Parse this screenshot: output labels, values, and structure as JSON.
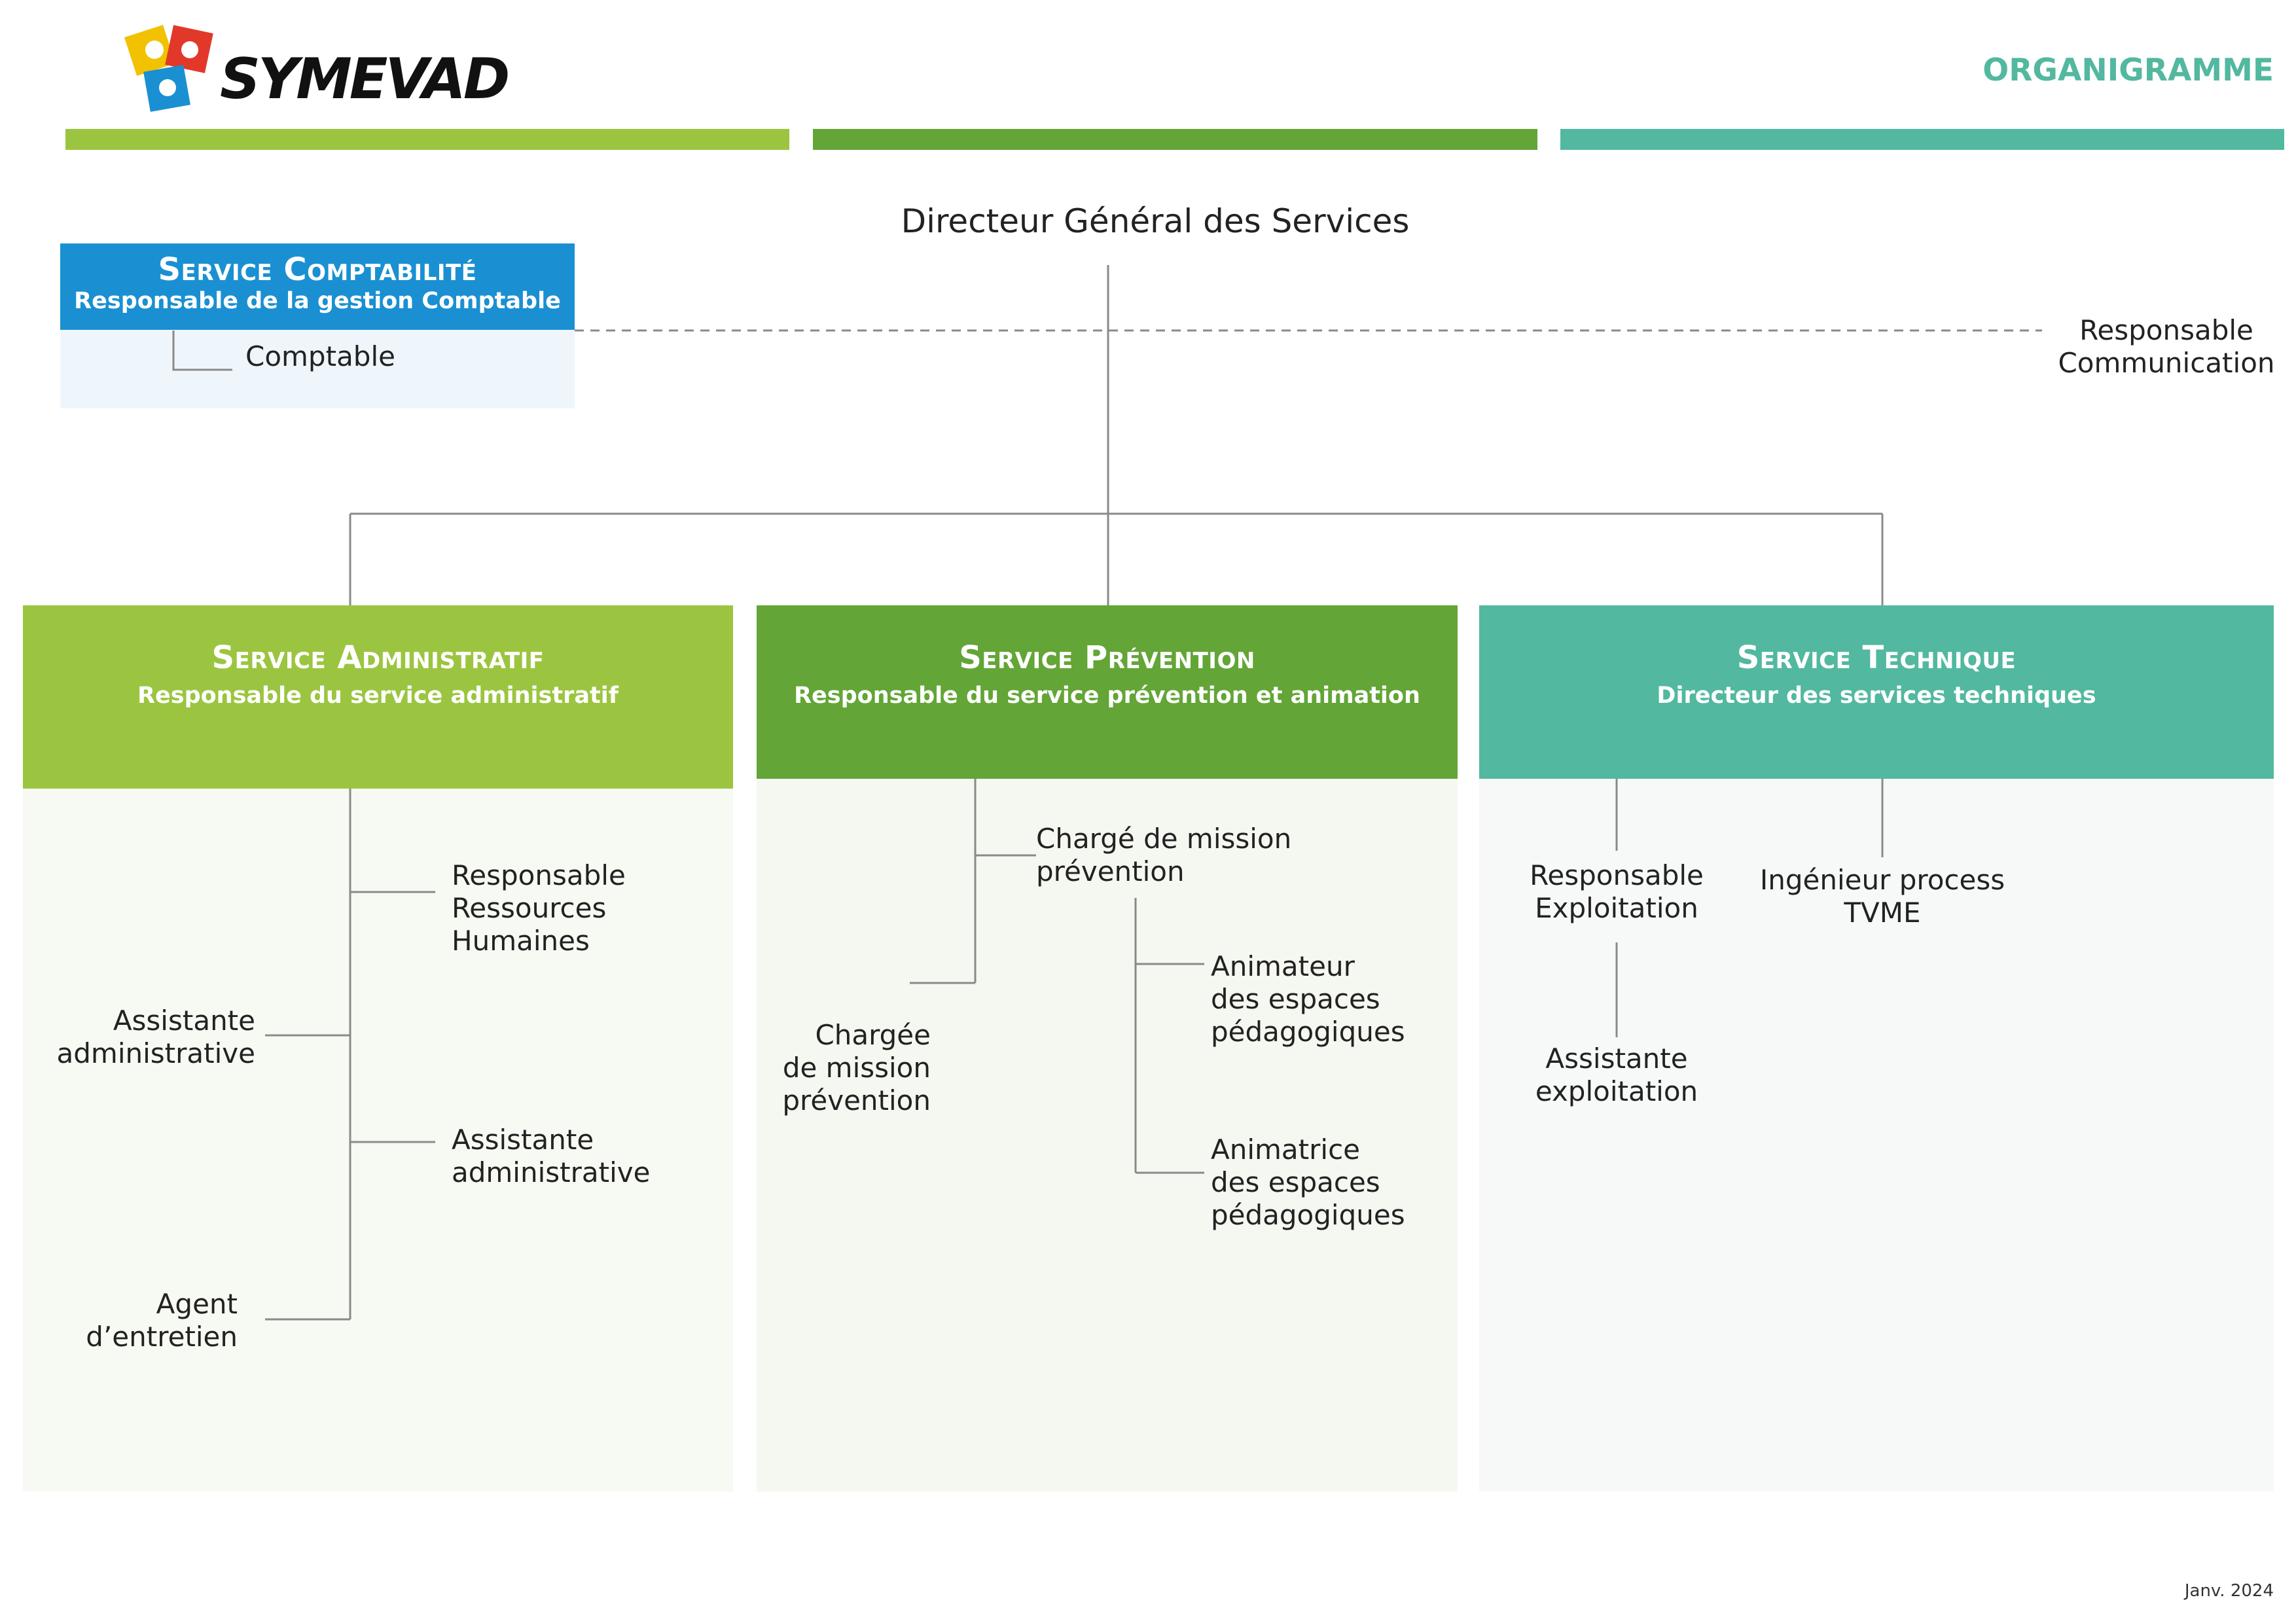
{
  "header": {
    "brand": "SYMEVAD",
    "page_title": "ORGANIGRAMME",
    "band_colors": [
      "#9bc540",
      "#63a536",
      "#52b8a0"
    ]
  },
  "colors": {
    "comptabilite": "#1a90d2",
    "administratif": "#9bc540",
    "prevention": "#63a536",
    "technique": "#52b8a0",
    "title_teal": "#52b8a0",
    "line_grey": "#8a8a8a"
  },
  "director": "Directeur Général des Services",
  "communication": "Responsable\nCommunication",
  "comptabilite": {
    "title": "Service Comptabilité",
    "subtitle": "Responsable de la gestion Comptable",
    "members": [
      "Comptable"
    ]
  },
  "administratif": {
    "title": "Service Administratif",
    "subtitle": "Responsable du service administratif",
    "members": [
      "Responsable\nRessources\nHumaines",
      "Assistante\nadministrative",
      "Assistante\nadministrative",
      "Agent\nd’entretien"
    ]
  },
  "prevention": {
    "title": "Service Prévention",
    "subtitle": "Responsable du service prévention et animation",
    "members": [
      "Chargé de mission\nprévention",
      "Chargée\nde mission\nprévention",
      "Animateur\ndes espaces\npédagogiques",
      "Animatrice\ndes espaces\npédagogiques"
    ]
  },
  "technique": {
    "title": "Service Technique",
    "subtitle": "Directeur des services techniques",
    "members": [
      "Responsable\nExploitation",
      "Ingénieur process\nTVME",
      "Assistante\nexploitation"
    ]
  },
  "footer": {
    "date": "Janv. 2024"
  }
}
